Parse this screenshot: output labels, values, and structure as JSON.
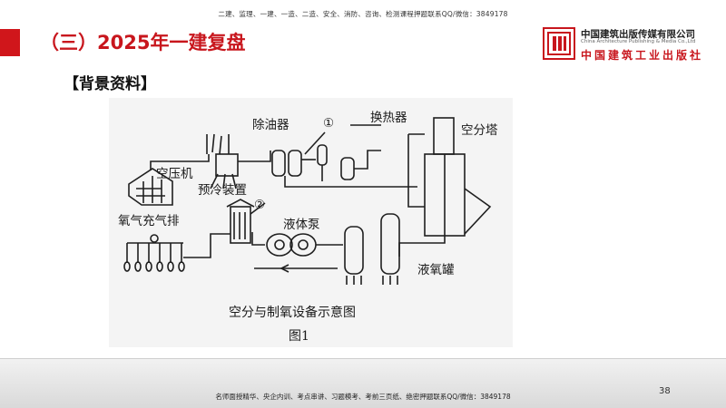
{
  "header": {
    "top_note": "二建、监理、一建、一造、二造、安全、消防、咨询、检测课程押题联系QQ/微信：3849178",
    "title": "（三）2025年一建复盘"
  },
  "logo": {
    "name_cn": "中国建筑出版传媒有限公司",
    "name_en": "China Architecture Publishing & Media Co.,Ltd",
    "name_cn2": "中国建筑工业出版社"
  },
  "section": {
    "label": "【背景资料】"
  },
  "figure": {
    "labels": {
      "deoiler": "除油器",
      "marker1": "①",
      "heat_exchanger": "换热器",
      "air_separation_tower": "空分塔",
      "air_compressor": "空压机",
      "precooling_unit": "预冷装置",
      "oxygen_filling_row": "氧气充气排",
      "marker2": "②",
      "liquid_pump": "液体泵",
      "liquid_oxygen_tank": "液氧罐"
    },
    "caption": "空分与制氧设备示意图",
    "figure_number": "图1"
  },
  "footer": {
    "note": "名师面授精华、央企内训、考点串讲、习题模考、考前三页纸、绝密押题联系QQ/微信：3849178",
    "page_number": "38"
  }
}
